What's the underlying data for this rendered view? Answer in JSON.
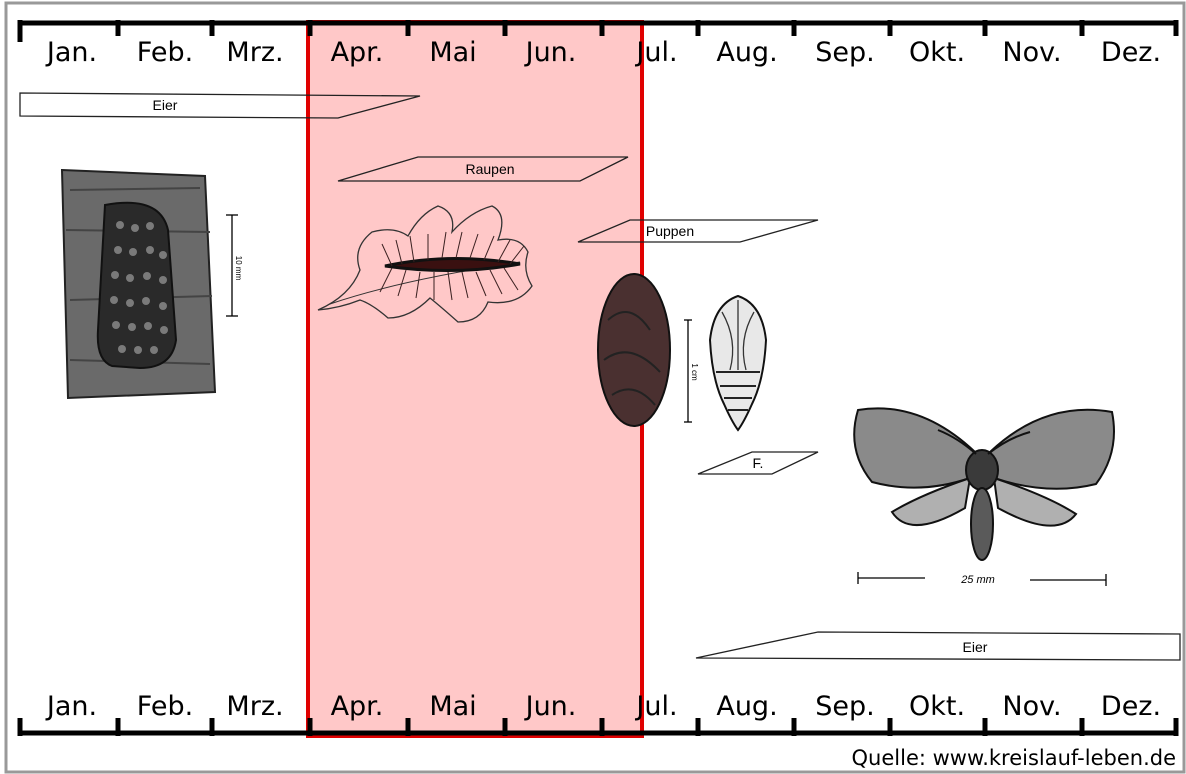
{
  "months_top": [
    "Jan.",
    "Feb.",
    "Mrz.",
    "Apr.",
    "Mai",
    "Jun.",
    "Jul.",
    "Aug.",
    "Sep.",
    "Okt.",
    "Nov.",
    "Dez."
  ],
  "months_bottom": [
    "Jan.",
    "Feb.",
    "Mrz.",
    "Apr.",
    "Mai",
    "Jun.",
    "Jul.",
    "Aug.",
    "Sep.",
    "Okt.",
    "Nov.",
    "Dez."
  ],
  "stages": {
    "eier_start": "Eier",
    "raupen": "Raupen",
    "puppen": "Puppen",
    "falter": "F.",
    "eier_end": "Eier"
  },
  "scale_labels": {
    "egg_scale": "10 mm",
    "pupa_scale": "1 cm",
    "moth_scale": "25 mm"
  },
  "highlight": {
    "from": "Apr.",
    "to": "Jun.",
    "fill": "#ffc8c8",
    "stroke": "#e00000"
  },
  "source": "Quelle: www.kreislauf-leben.de"
}
